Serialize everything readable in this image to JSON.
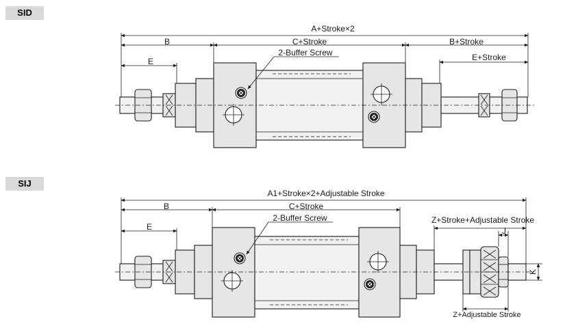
{
  "sections": [
    {
      "tag": "SID",
      "dims": {
        "overall": "A+Stroke×2",
        "b": "B",
        "c": "C+Stroke",
        "b_stroke": "B+Stroke",
        "e": "E",
        "e_stroke": "E+Stroke",
        "buffer": "2-Buffer Screw"
      }
    },
    {
      "tag": "SIJ",
      "dims": {
        "overall": "A1+Stroke×2+Adjustable Stroke",
        "b": "B",
        "c": "C+Stroke",
        "e": "E",
        "buffer": "2-Buffer Screw",
        "z_adj": "Z+Stroke+Adjustable Stroke",
        "j": "J",
        "k": "K",
        "z_adj_bottom": "Z+Adjustable Stroke"
      }
    }
  ]
}
